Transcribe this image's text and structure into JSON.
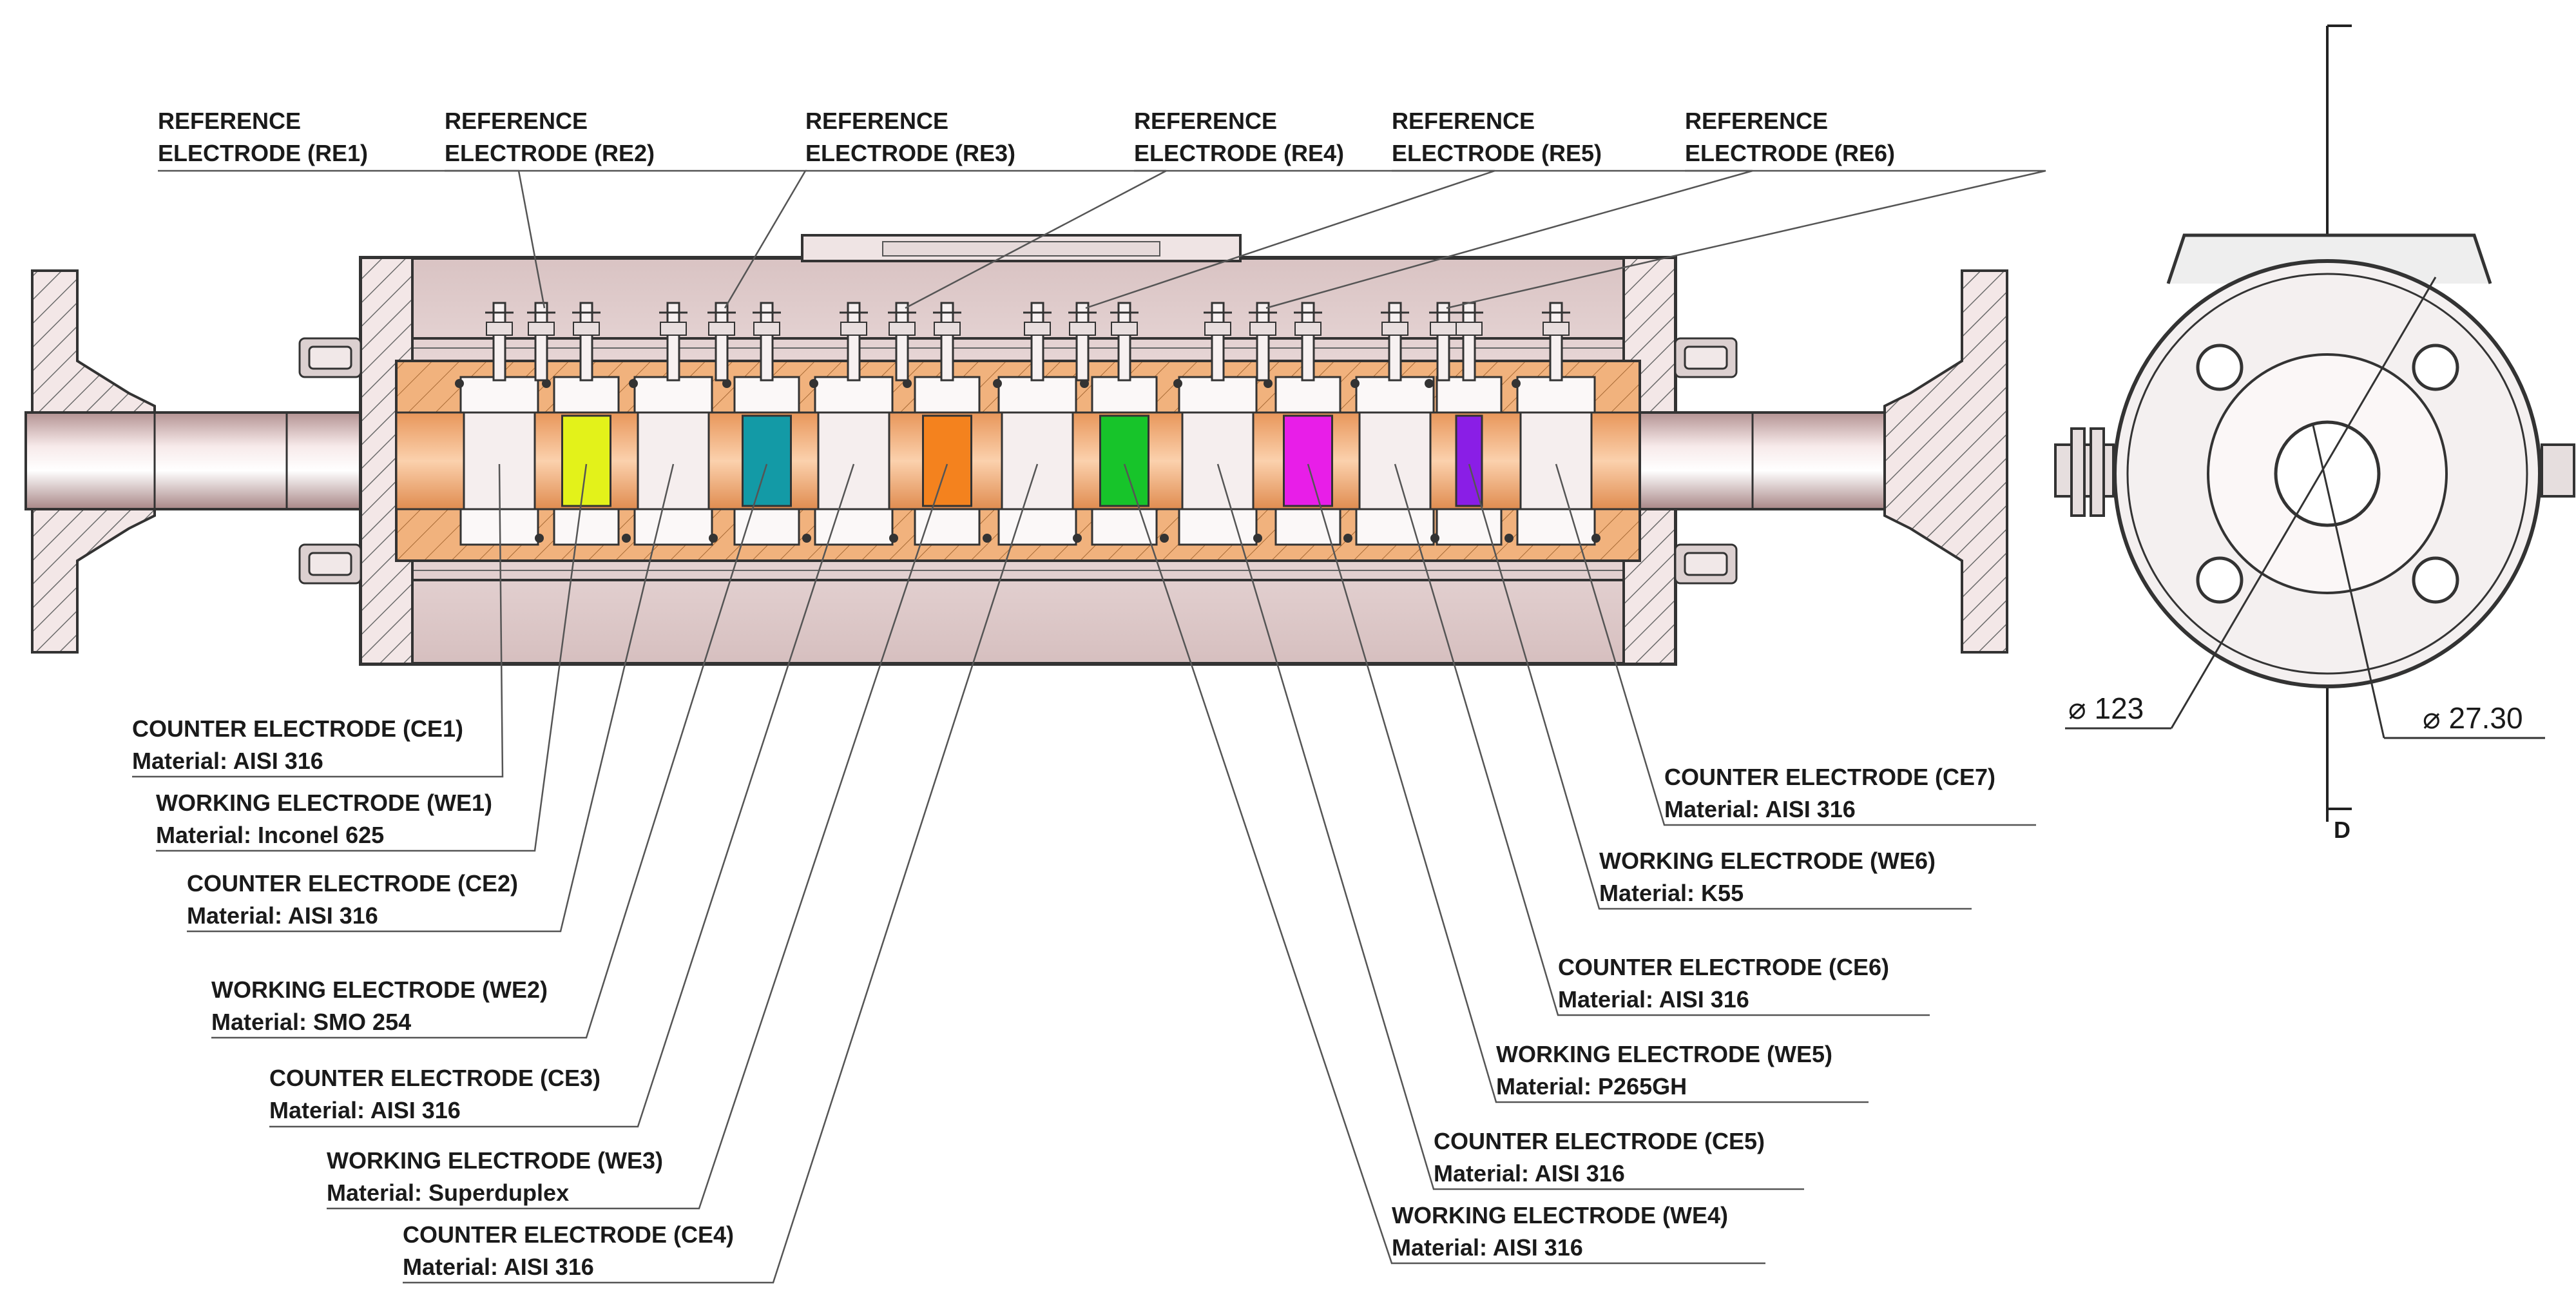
{
  "reference_electrodes": [
    {
      "line1": "REFERENCE",
      "line2": "ELECTRODE (RE1)"
    },
    {
      "line1": "REFERENCE",
      "line2": "ELECTRODE (RE2)"
    },
    {
      "line1": "REFERENCE",
      "line2": "ELECTRODE (RE3)"
    },
    {
      "line1": "REFERENCE",
      "line2": "ELECTRODE (RE4)"
    },
    {
      "line1": "REFERENCE",
      "line2": "ELECTRODE (RE5)"
    },
    {
      "line1": "REFERENCE",
      "line2": "ELECTRODE (RE6)"
    }
  ],
  "electrodes_left": [
    {
      "name": "COUNTER ELECTRODE (CE1)",
      "material": "Material: AISI 316"
    },
    {
      "name": "WORKING ELECTRODE (WE1)",
      "material": "Material: Inconel 625"
    },
    {
      "name": "COUNTER ELECTRODE (CE2)",
      "material": "Material: AISI 316"
    },
    {
      "name": "WORKING ELECTRODE (WE2)",
      "material": "Material: SMO 254"
    },
    {
      "name": "COUNTER ELECTRODE (CE3)",
      "material": "Material: AISI 316"
    },
    {
      "name": "WORKING ELECTRODE (WE3)",
      "material": "Material: Superduplex"
    },
    {
      "name": "COUNTER ELECTRODE (CE4)",
      "material": "Material: AISI 316"
    }
  ],
  "electrodes_right": [
    {
      "name": "COUNTER ELECTRODE (CE7)",
      "material": "Material: AISI 316"
    },
    {
      "name": "WORKING ELECTRODE (WE6)",
      "material": "Material: K55"
    },
    {
      "name": "COUNTER ELECTRODE (CE6)",
      "material": "Material: AISI 316"
    },
    {
      "name": "WORKING ELECTRODE (WE5)",
      "material": "Material: P265GH"
    },
    {
      "name": "COUNTER ELECTRODE (CE5)",
      "material": "Material: AISI 316"
    },
    {
      "name": "WORKING ELECTRODE (WE4)",
      "material": "Material: AISI 316"
    }
  ],
  "working_electrode_colors": [
    "#e3f21a",
    "#139aa6",
    "#f4821e",
    "#17c42a",
    "#e81ee8",
    "#8a1ee6"
  ],
  "dimensions": {
    "outer_diameter": "123",
    "inner_diameter": "27.30",
    "section_mark": "D"
  }
}
